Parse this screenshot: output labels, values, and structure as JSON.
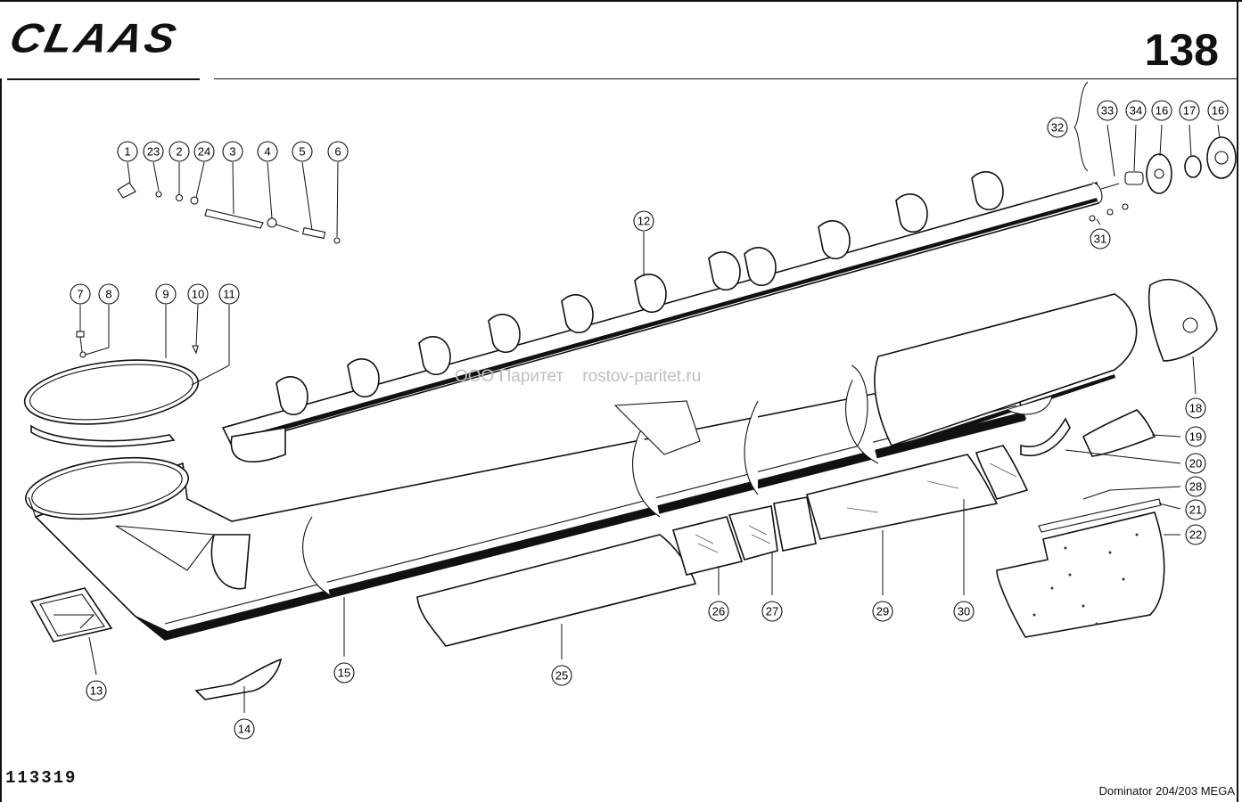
{
  "header": {
    "brand": "CLAAS",
    "page_number": "138"
  },
  "footer": {
    "drawing_number": "113319",
    "model": "Dominator 204/203 MEGA"
  },
  "watermark": "ООО Паритет    rostov-paritet.ru",
  "callouts": [
    {
      "id": "1",
      "label": "1"
    },
    {
      "id": "23a",
      "label": "23"
    },
    {
      "id": "2",
      "label": "2"
    },
    {
      "id": "24",
      "label": "24"
    },
    {
      "id": "3",
      "label": "3"
    },
    {
      "id": "4",
      "label": "4"
    },
    {
      "id": "5",
      "label": "5"
    },
    {
      "id": "6",
      "label": "6"
    },
    {
      "id": "7",
      "label": "7"
    },
    {
      "id": "8",
      "label": "8"
    },
    {
      "id": "9",
      "label": "9"
    },
    {
      "id": "10",
      "label": "10"
    },
    {
      "id": "11",
      "label": "11"
    },
    {
      "id": "12",
      "label": "12"
    },
    {
      "id": "13",
      "label": "13"
    },
    {
      "id": "14",
      "label": "14"
    },
    {
      "id": "15",
      "label": "15"
    },
    {
      "id": "25",
      "label": "25"
    },
    {
      "id": "26",
      "label": "26"
    },
    {
      "id": "27",
      "label": "27"
    },
    {
      "id": "29",
      "label": "29"
    },
    {
      "id": "30",
      "label": "30"
    },
    {
      "id": "18",
      "label": "18"
    },
    {
      "id": "19",
      "label": "19"
    },
    {
      "id": "20",
      "label": "20"
    },
    {
      "id": "28",
      "label": "28"
    },
    {
      "id": "21",
      "label": "21"
    },
    {
      "id": "22",
      "label": "22"
    },
    {
      "id": "32",
      "label": "32"
    },
    {
      "id": "33",
      "label": "33"
    },
    {
      "id": "34",
      "label": "34"
    },
    {
      "id": "16a",
      "label": "16"
    },
    {
      "id": "17",
      "label": "17"
    },
    {
      "id": "16b",
      "label": "16"
    },
    {
      "id": "31",
      "label": "31"
    }
  ]
}
